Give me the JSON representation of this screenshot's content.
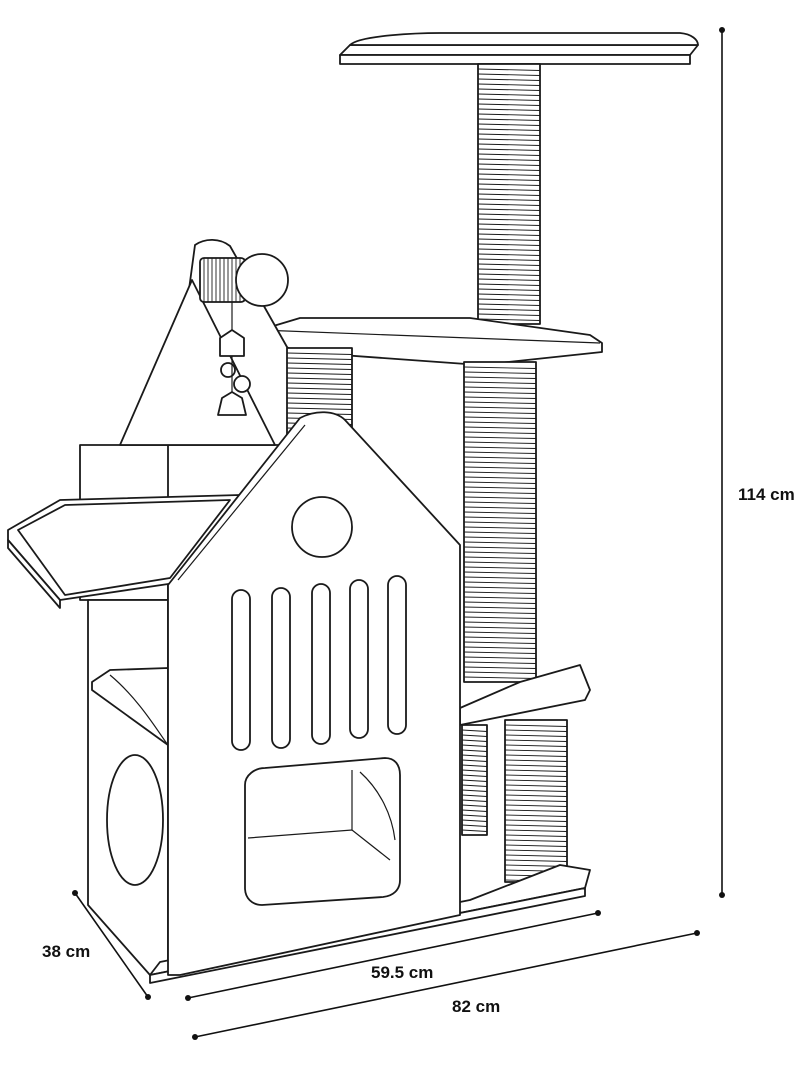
{
  "dimensions": {
    "height": "114 cm",
    "depth": "38 cm",
    "base_width": "59.5 cm",
    "total_width": "82 cm"
  },
  "colors": {
    "line": "#1a1a1a",
    "fill": "#ffffff"
  }
}
